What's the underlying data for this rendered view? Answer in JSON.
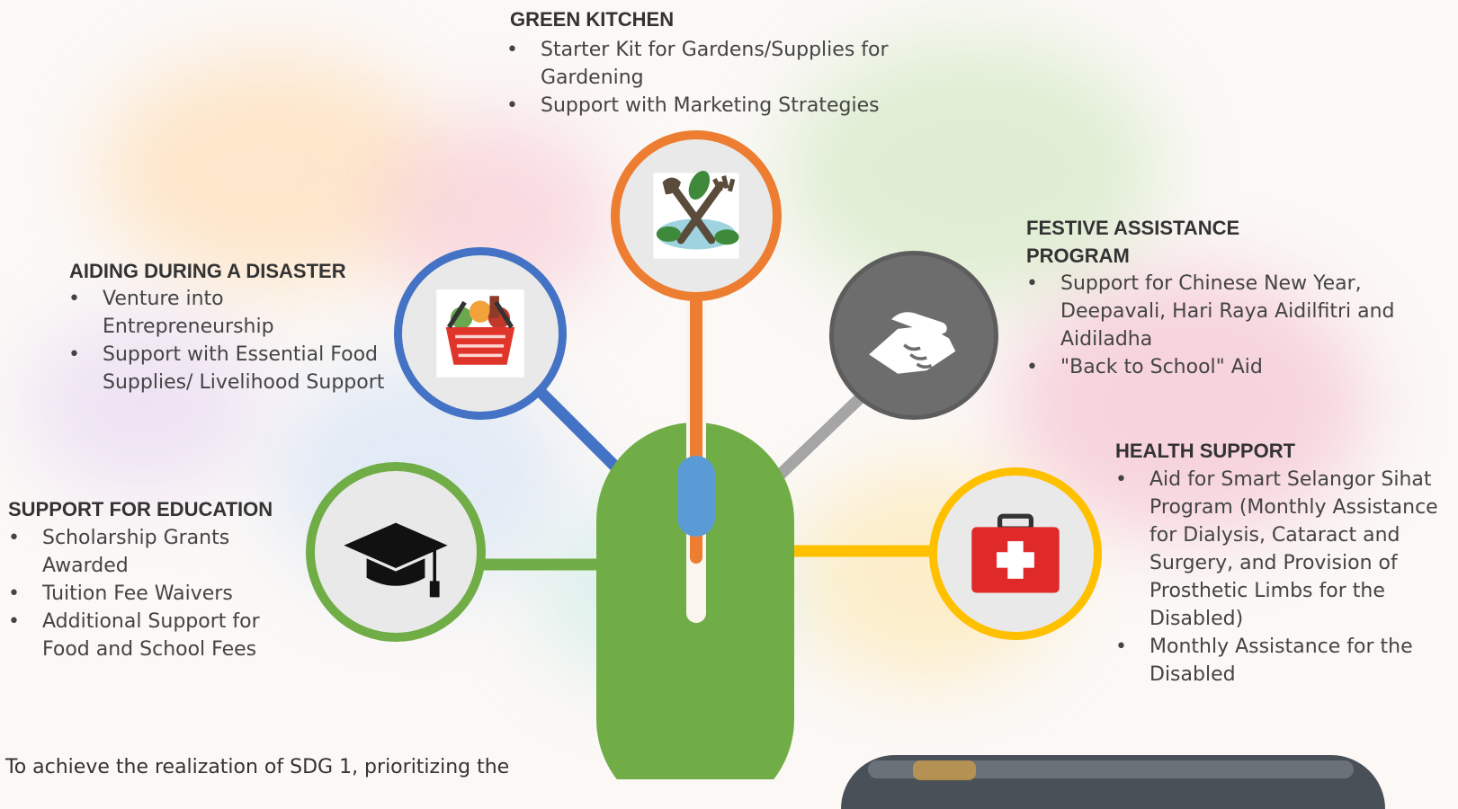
{
  "sections": {
    "green_kitchen": {
      "title": "GREEN KITCHEN",
      "items": [
        "Starter Kit for Gardens/Supplies for Gardening",
        "Support with Marketing Strategies"
      ],
      "color": "#ed7d31",
      "icon": "gardening-tools-icon"
    },
    "disaster": {
      "title": "AIDING DURING A DISASTER",
      "items": [
        "Venture into Entrepreneurship",
        "Support with Essential Food Supplies/ Livelihood Support"
      ],
      "color": "#4472c4",
      "icon": "grocery-basket-icon"
    },
    "festive": {
      "title": "FESTIVE ASSISTANCE PROGRAM",
      "items": [
        "Support for Chinese New Year, Deepavali, Hari Raya Aidilfitri and Aidiladha",
        "\"Back to School\" Aid"
      ],
      "color": "#a5a5a5",
      "icon": "handshake-icon"
    },
    "health": {
      "title": "HEALTH SUPPORT",
      "items": [
        "Aid for Smart Selangor Sihat Program (Monthly Assistance for Dialysis, Cataract and Surgery, and Provision of Prosthetic Limbs for the Disabled)",
        "Monthly Assistance for the Disabled"
      ],
      "color": "#ffc000",
      "icon": "first-aid-kit-icon"
    },
    "education": {
      "title": "SUPPORT FOR EDUCATION",
      "items": [
        "Scholarship Grants Awarded",
        "Tuition Fee Waivers",
        "Additional Support for Food and School Fees"
      ],
      "color": "#70ad47",
      "icon": "graduation-cap-icon"
    }
  },
  "hub": {
    "color": "#70ad47",
    "wheel_color": "#5b9bd5",
    "icon": "computer-mouse-icon"
  },
  "bottom_text": "To achieve the realization of SDG 1, prioritizing the"
}
